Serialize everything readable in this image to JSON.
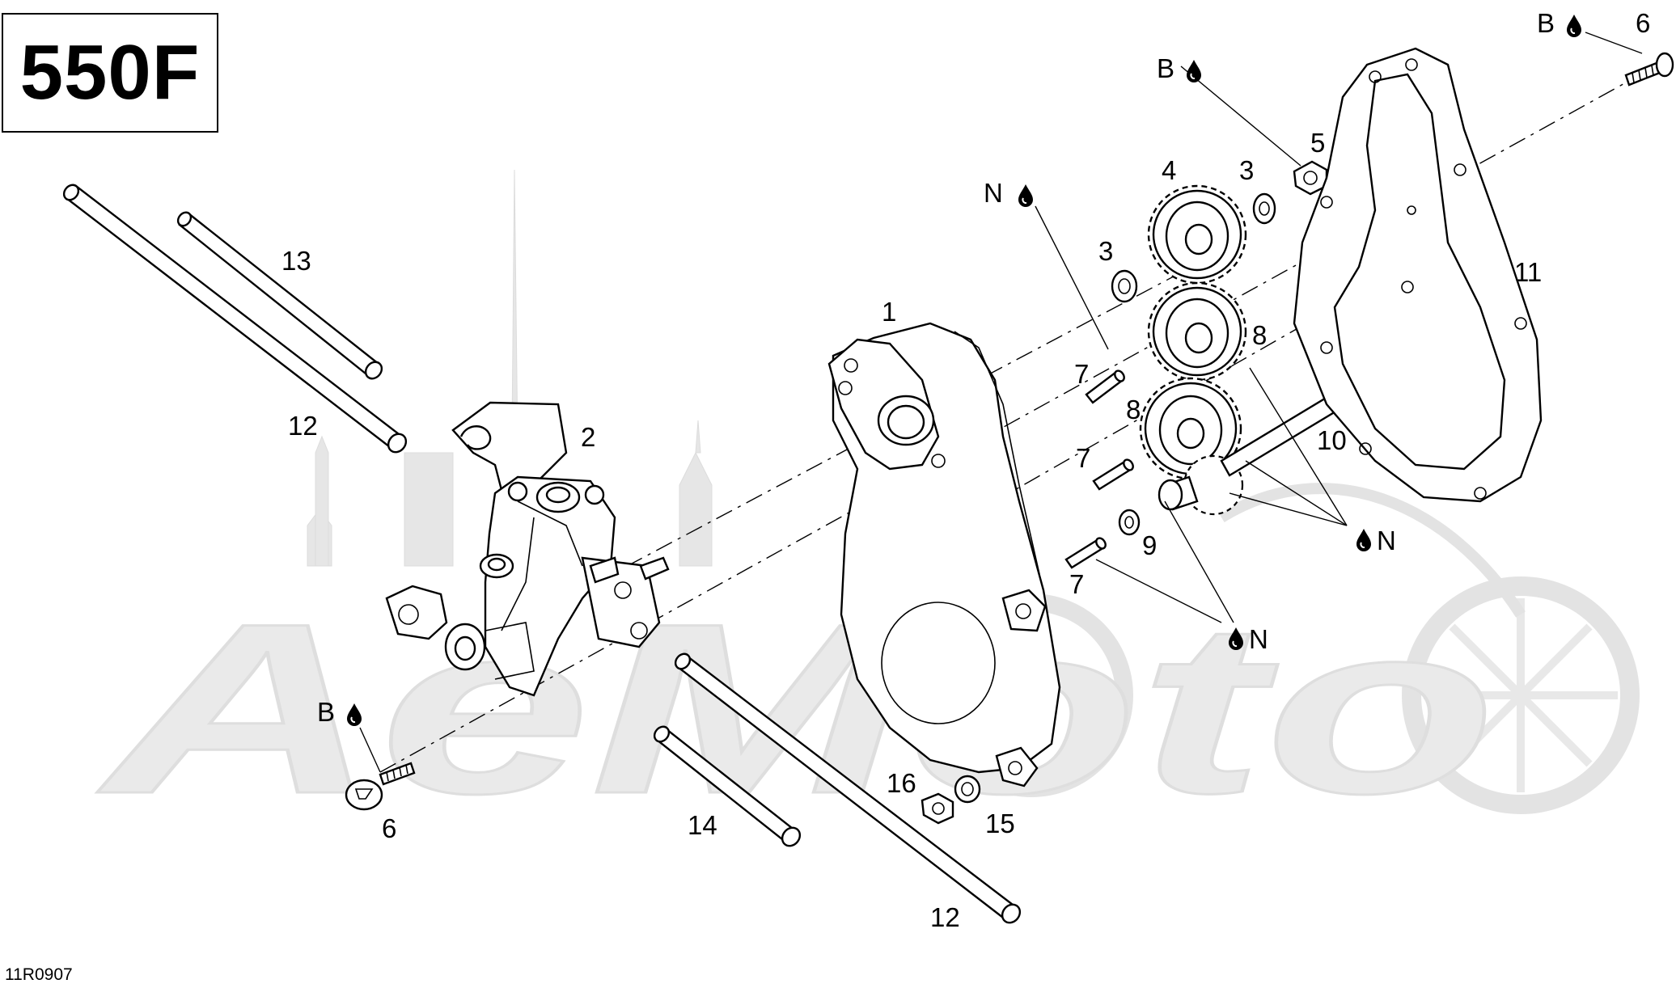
{
  "model_label": "550F",
  "drawing_code": "11R0907",
  "watermark_text": "AeMoto",
  "symbols": {
    "B_drop": "B",
    "N_drop": "N",
    "drop_icon": "oil-drop-icon"
  },
  "callouts": {
    "c1": "1",
    "c2": "2",
    "c3a": "3",
    "c3b": "3",
    "c4": "4",
    "c5": "5",
    "c6a": "6",
    "c6b": "6",
    "c7a": "7",
    "c7b": "7",
    "c7c": "7",
    "c8a": "8",
    "c8b": "8",
    "c9": "9",
    "c10": "10",
    "c11": "11",
    "c12a": "12",
    "c12b": "12",
    "c13": "13",
    "c14": "14",
    "c15": "15",
    "c16": "16"
  },
  "colors": {
    "line": "#000000",
    "watermark": "#e6e6e6",
    "background": "#ffffff"
  }
}
